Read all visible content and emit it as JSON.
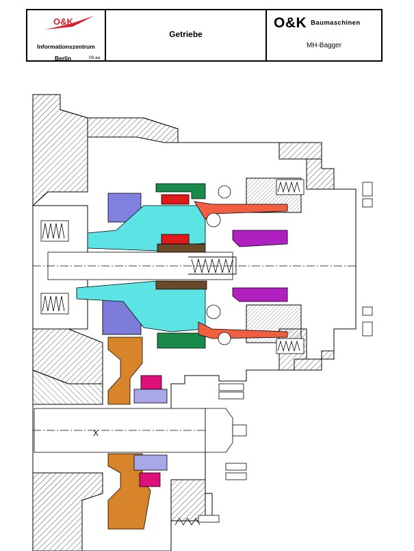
{
  "header": {
    "logo_text": "O&K",
    "info_center": "Informationszentrum",
    "city": "Berlin",
    "date": "09.aa",
    "title": "Getriebe",
    "brand": "O&K",
    "brand_sub": "Baumaschinen",
    "model": "MH-Bagger"
  },
  "drawing": {
    "shaft_marker": "X",
    "colors": {
      "blue": "#8080e0",
      "cyan": "#5ce4e4",
      "green": "#1a8a4a",
      "red": "#e01a1a",
      "orange_red": "#f06040",
      "purple": "#b020c0",
      "brown": "#6b4a2a",
      "orange": "#d8842a",
      "magenta": "#e0107a",
      "lavender": "#a8a8e8"
    }
  }
}
